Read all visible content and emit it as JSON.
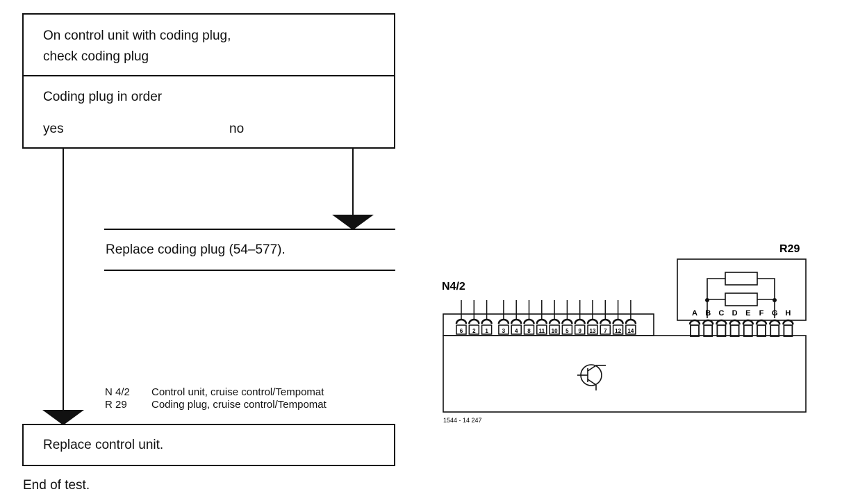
{
  "flow": {
    "step1_line1": "On control unit with coding plug,",
    "step1_line2": "check coding plug",
    "question": "Coding plug in order",
    "yes": "yes",
    "no": "no",
    "replace_plug": "Replace coding plug (54–577).",
    "replace_unit": "Replace control unit.",
    "end": "End of test."
  },
  "legend": [
    {
      "code": "N 4/2",
      "desc": "Control unit, cruise control/Tempomat"
    },
    {
      "code": "R 29",
      "desc": "Coding plug, cruise control/Tempomat"
    }
  ],
  "schematic": {
    "label_control_unit": "N4/2",
    "label_plug": "R29",
    "pins": [
      "6",
      "2",
      "1",
      "3",
      "4",
      "8",
      "11",
      "10",
      "5",
      "9",
      "13",
      "7",
      "12",
      "14"
    ],
    "plug_pins": [
      "A",
      "B",
      "C",
      "D",
      "E",
      "F",
      "G",
      "H"
    ],
    "figure_no": "1544 - 14 247"
  }
}
